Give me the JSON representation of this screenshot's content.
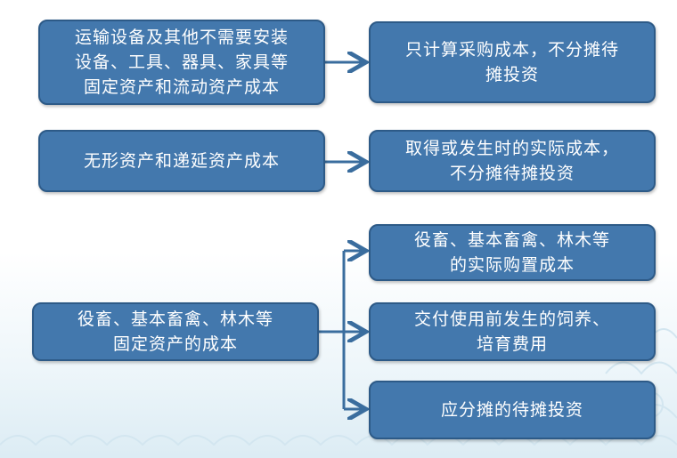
{
  "colors": {
    "box_fill": "#4378ad",
    "box_border": "#2d5a87",
    "arrow": "#3a6d9e",
    "text": "#ffffff"
  },
  "rows": {
    "row1": {
      "source": [
        "运输设备及其他不需要安装",
        "设备、工具、器具、家具等",
        "固定资产和流动资产成本"
      ],
      "target": [
        "只计算采购成本，不分摊待",
        "摊投资"
      ]
    },
    "row2": {
      "source": [
        "无形资产和递延资产成本"
      ],
      "target": [
        "取得或发生时的实际成本，",
        "不分摊待摊投资"
      ]
    },
    "row3": {
      "source": [
        "役畜、基本畜禽、林木等",
        "固定资产的成本"
      ],
      "targets": [
        [
          "役畜、基本畜禽、林木等",
          "的实际购置成本"
        ],
        [
          "交付使用前发生的饲养、",
          "培育费用"
        ],
        [
          "应分摊的待摊投资"
        ]
      ]
    }
  }
}
